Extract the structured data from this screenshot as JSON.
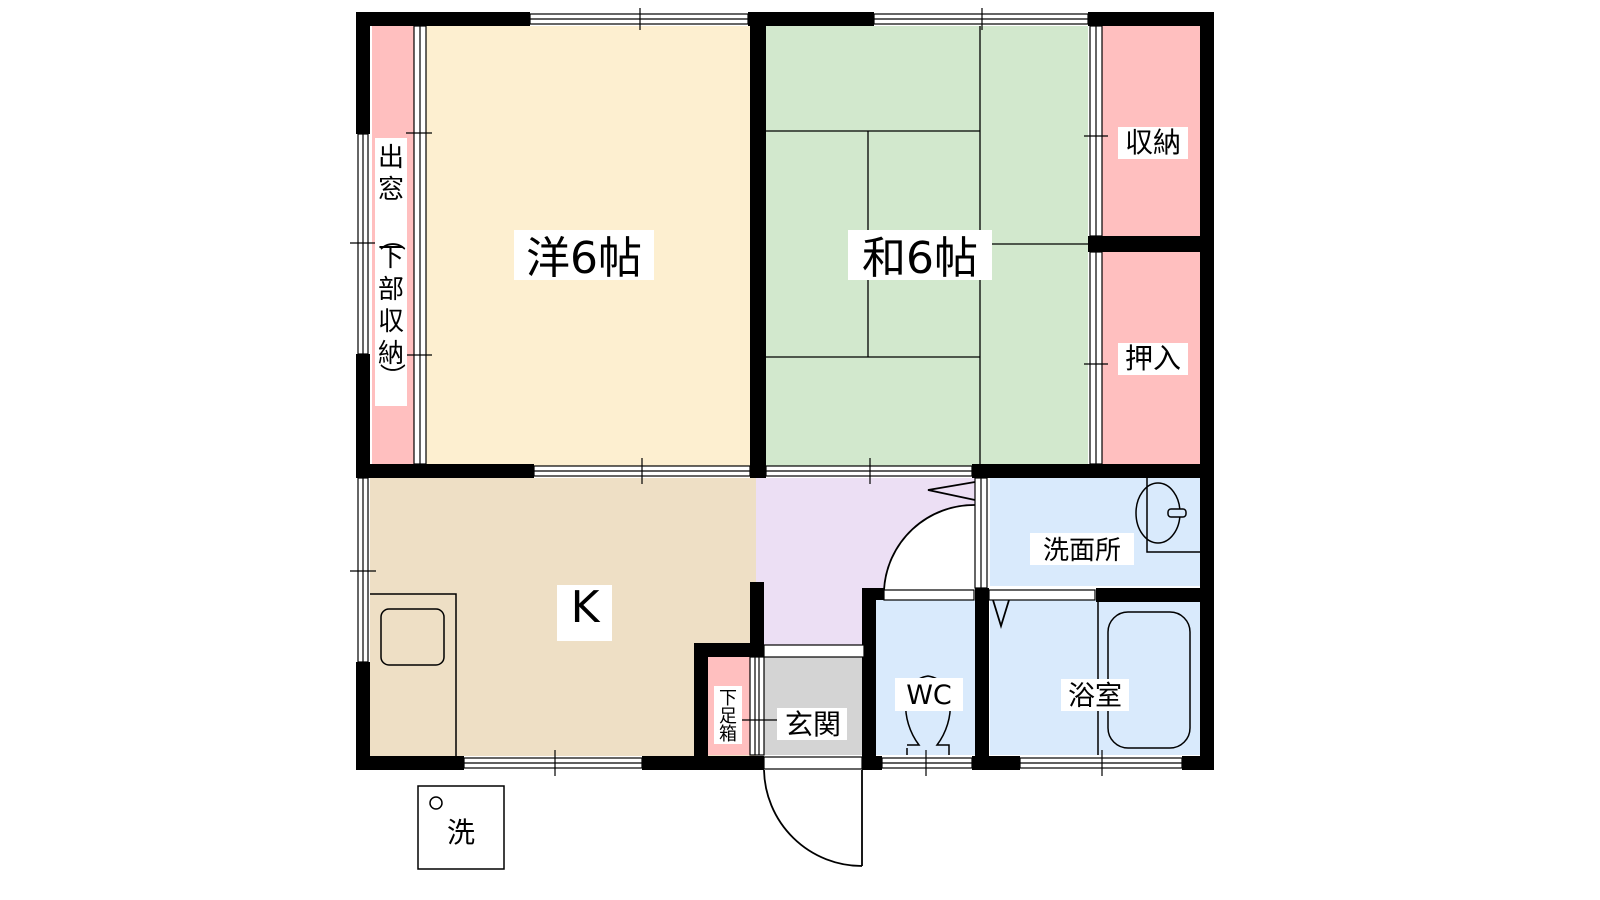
{
  "floor_plan": {
    "colors": {
      "western_room": "#fdefd0",
      "japanese_room": "#d2e8cd",
      "storage": "#ffbfbf",
      "kitchen": "#eedfc5",
      "hallway": "#ecdff4",
      "wet_area": "#d9eafc",
      "entrance": "#d4d4d4",
      "wall": "#000000"
    },
    "rooms": {
      "western": {
        "label": "洋6帖"
      },
      "japanese": {
        "label": "和6帖"
      },
      "closet_upper": {
        "label": "収納"
      },
      "closet_lower": {
        "label": "押入"
      },
      "bay_window": {
        "label_chars": [
          "出",
          "窓",
          "（",
          "下",
          "部",
          "収",
          "納",
          "）"
        ]
      },
      "kitchen": {
        "label": "K"
      },
      "washroom": {
        "label": "洗面所"
      },
      "bathroom": {
        "label": "浴室"
      },
      "toilet": {
        "label": "WC"
      },
      "entrance": {
        "label": "玄関"
      },
      "shoe_box": {
        "label_chars": [
          "下",
          "足",
          "箱"
        ]
      },
      "washer": {
        "label": "洗",
        "symbol": "○"
      }
    }
  }
}
